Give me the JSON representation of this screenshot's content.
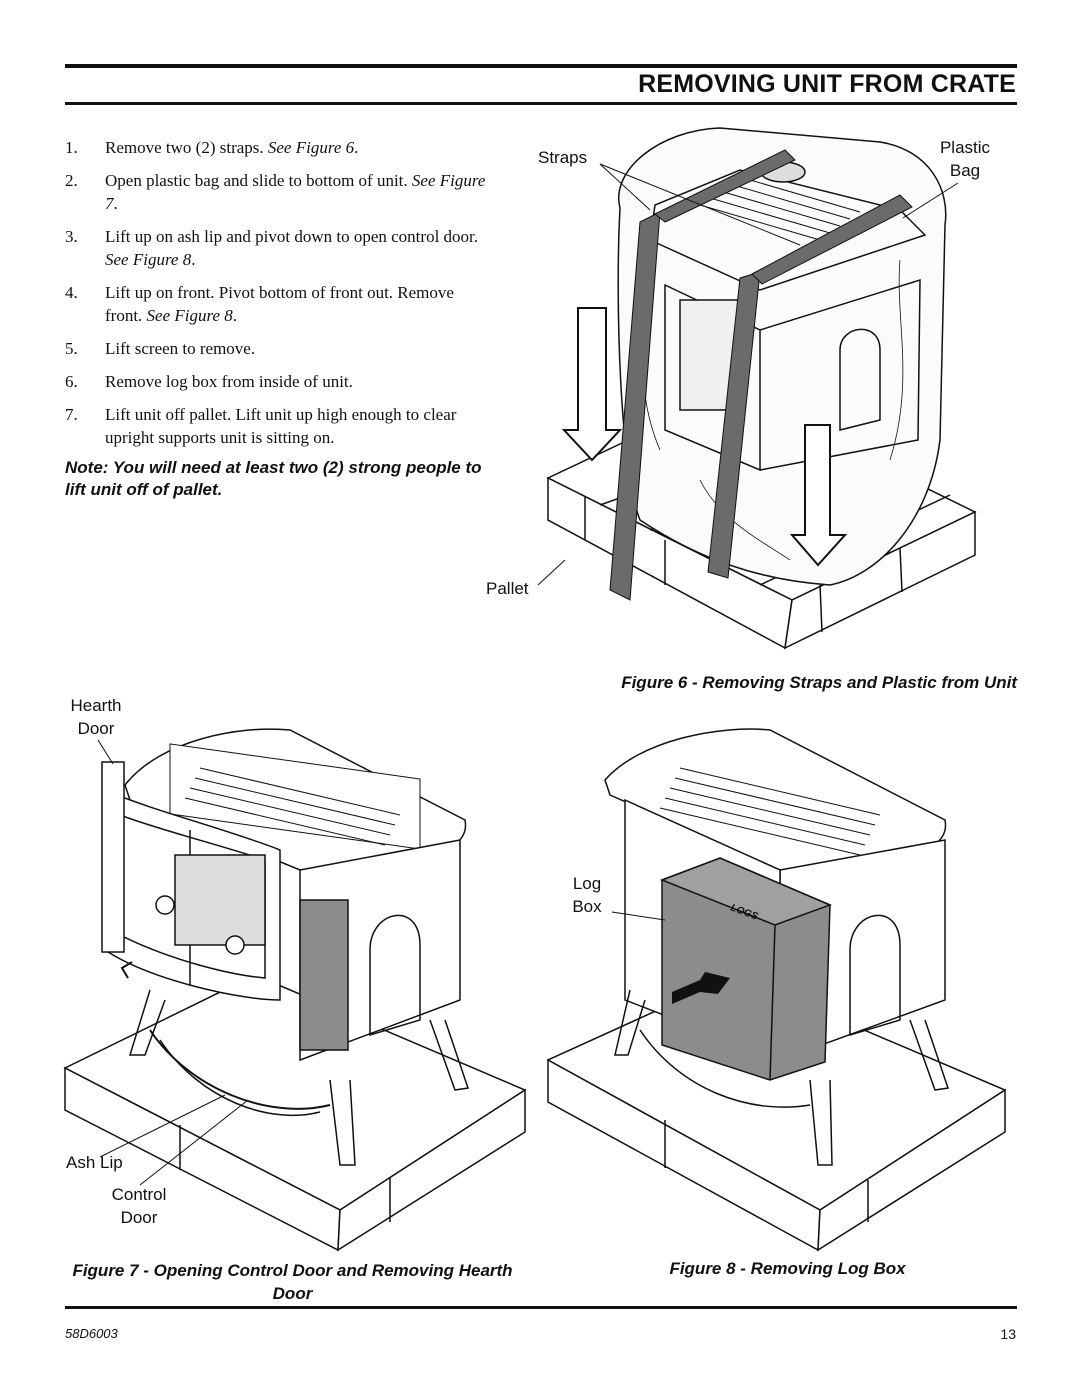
{
  "header": {
    "title": "REMOVING UNIT FROM CRATE"
  },
  "steps": [
    {
      "num": "1.",
      "text": "Remove two (2) straps. ",
      "ref": "See Figure 6",
      "tail": "."
    },
    {
      "num": "2.",
      "text": "Open plastic bag and slide to bottom of unit. ",
      "ref": "See Figure 7",
      "tail": "."
    },
    {
      "num": "3.",
      "text": "Lift up on ash lip and pivot down to open control door. ",
      "ref": "See Figure 8",
      "tail": "."
    },
    {
      "num": "4.",
      "text": "Lift up on front. Pivot bottom of front out. Remove front. ",
      "ref": "See Figure 8",
      "tail": "."
    },
    {
      "num": "5.",
      "text": "Lift screen to remove.",
      "ref": "",
      "tail": ""
    },
    {
      "num": "6.",
      "text": "Remove log box from inside of unit.",
      "ref": "",
      "tail": ""
    },
    {
      "num": "7.",
      "text": "Lift unit off pallet. Lift unit up high enough to clear upright supports unit is sitting on.",
      "ref": "",
      "tail": ""
    }
  ],
  "note": "Note: You will need at least two (2) strong people to lift unit off of pallet.",
  "figure6": {
    "labels": {
      "straps": "Straps",
      "plastic_bag": "Plastic Bag",
      "pallet": "Pallet"
    },
    "caption": "Figure 6 - Removing Straps and Plastic from Unit"
  },
  "figure7": {
    "labels": {
      "hearth_door": "Hearth Door",
      "ash_lip": "Ash Lip",
      "control_door": "Control Door"
    },
    "caption": "Figure 7 - Opening Control Door and Removing Hearth Door"
  },
  "figure8": {
    "labels": {
      "log_box": "Log Box",
      "logs_text": "LOGS"
    },
    "caption": "Figure 8 - Removing Log Box"
  },
  "footer": {
    "doc_code": "58D6003",
    "page": "13"
  },
  "colors": {
    "strap": "#6b6b6b",
    "log_box": "#8c8c8c",
    "line": "#111111"
  }
}
